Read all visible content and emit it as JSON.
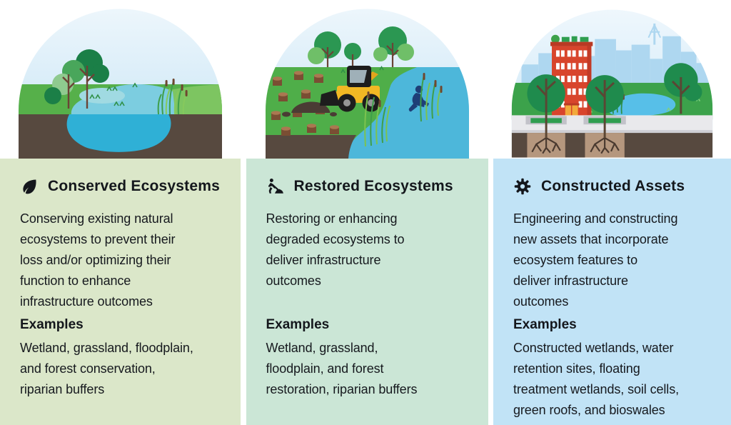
{
  "page": {
    "background": "#ffffff",
    "text_color": "#16191e"
  },
  "cards": [
    {
      "title": "Conserved Ecosystems",
      "icon": "leaf-icon",
      "bg_color": "#dbe7c9",
      "description": "Conserving existing natural\necosystems to prevent their\nloss and/or optimizing their\nfunction to enhance\ninfrastructure outcomes",
      "examples_label": "Examples",
      "examples": "Wetland, grassland, floodplain,\nand forest conservation,\nriparian buffers",
      "illustration": "natural pond cross-section with trees, reeds and soil"
    },
    {
      "title": "Restored Ecosystems",
      "icon": "worker-digging-icon",
      "bg_color": "#cbe6d6",
      "description": "Restoring or enhancing\ndegraded ecosystems to\ndeliver infrastructure\noutcomes",
      "examples_label": "Examples",
      "examples": "Wetland, grassland,\nfloodplain, and forest\nrestoration, riparian buffers",
      "illustration": "restoration site with skid-steer loader, stumps and person planting reeds"
    },
    {
      "title": "Constructed Assets",
      "icon": "gear-icon",
      "bg_color": "#c1e3f6",
      "description": "Engineering and constructing\nnew assets that incorporate\necosystem features to\ndeliver infrastructure\noutcomes",
      "examples_label": "Examples",
      "examples": "Constructed wetlands, water\nretention sites, floating\ntreatment wetlands, soil cells,\ngreen roofs, and bioswales",
      "illustration": "city building with green roof, bioswale pond and street trees in soil cells"
    }
  ]
}
